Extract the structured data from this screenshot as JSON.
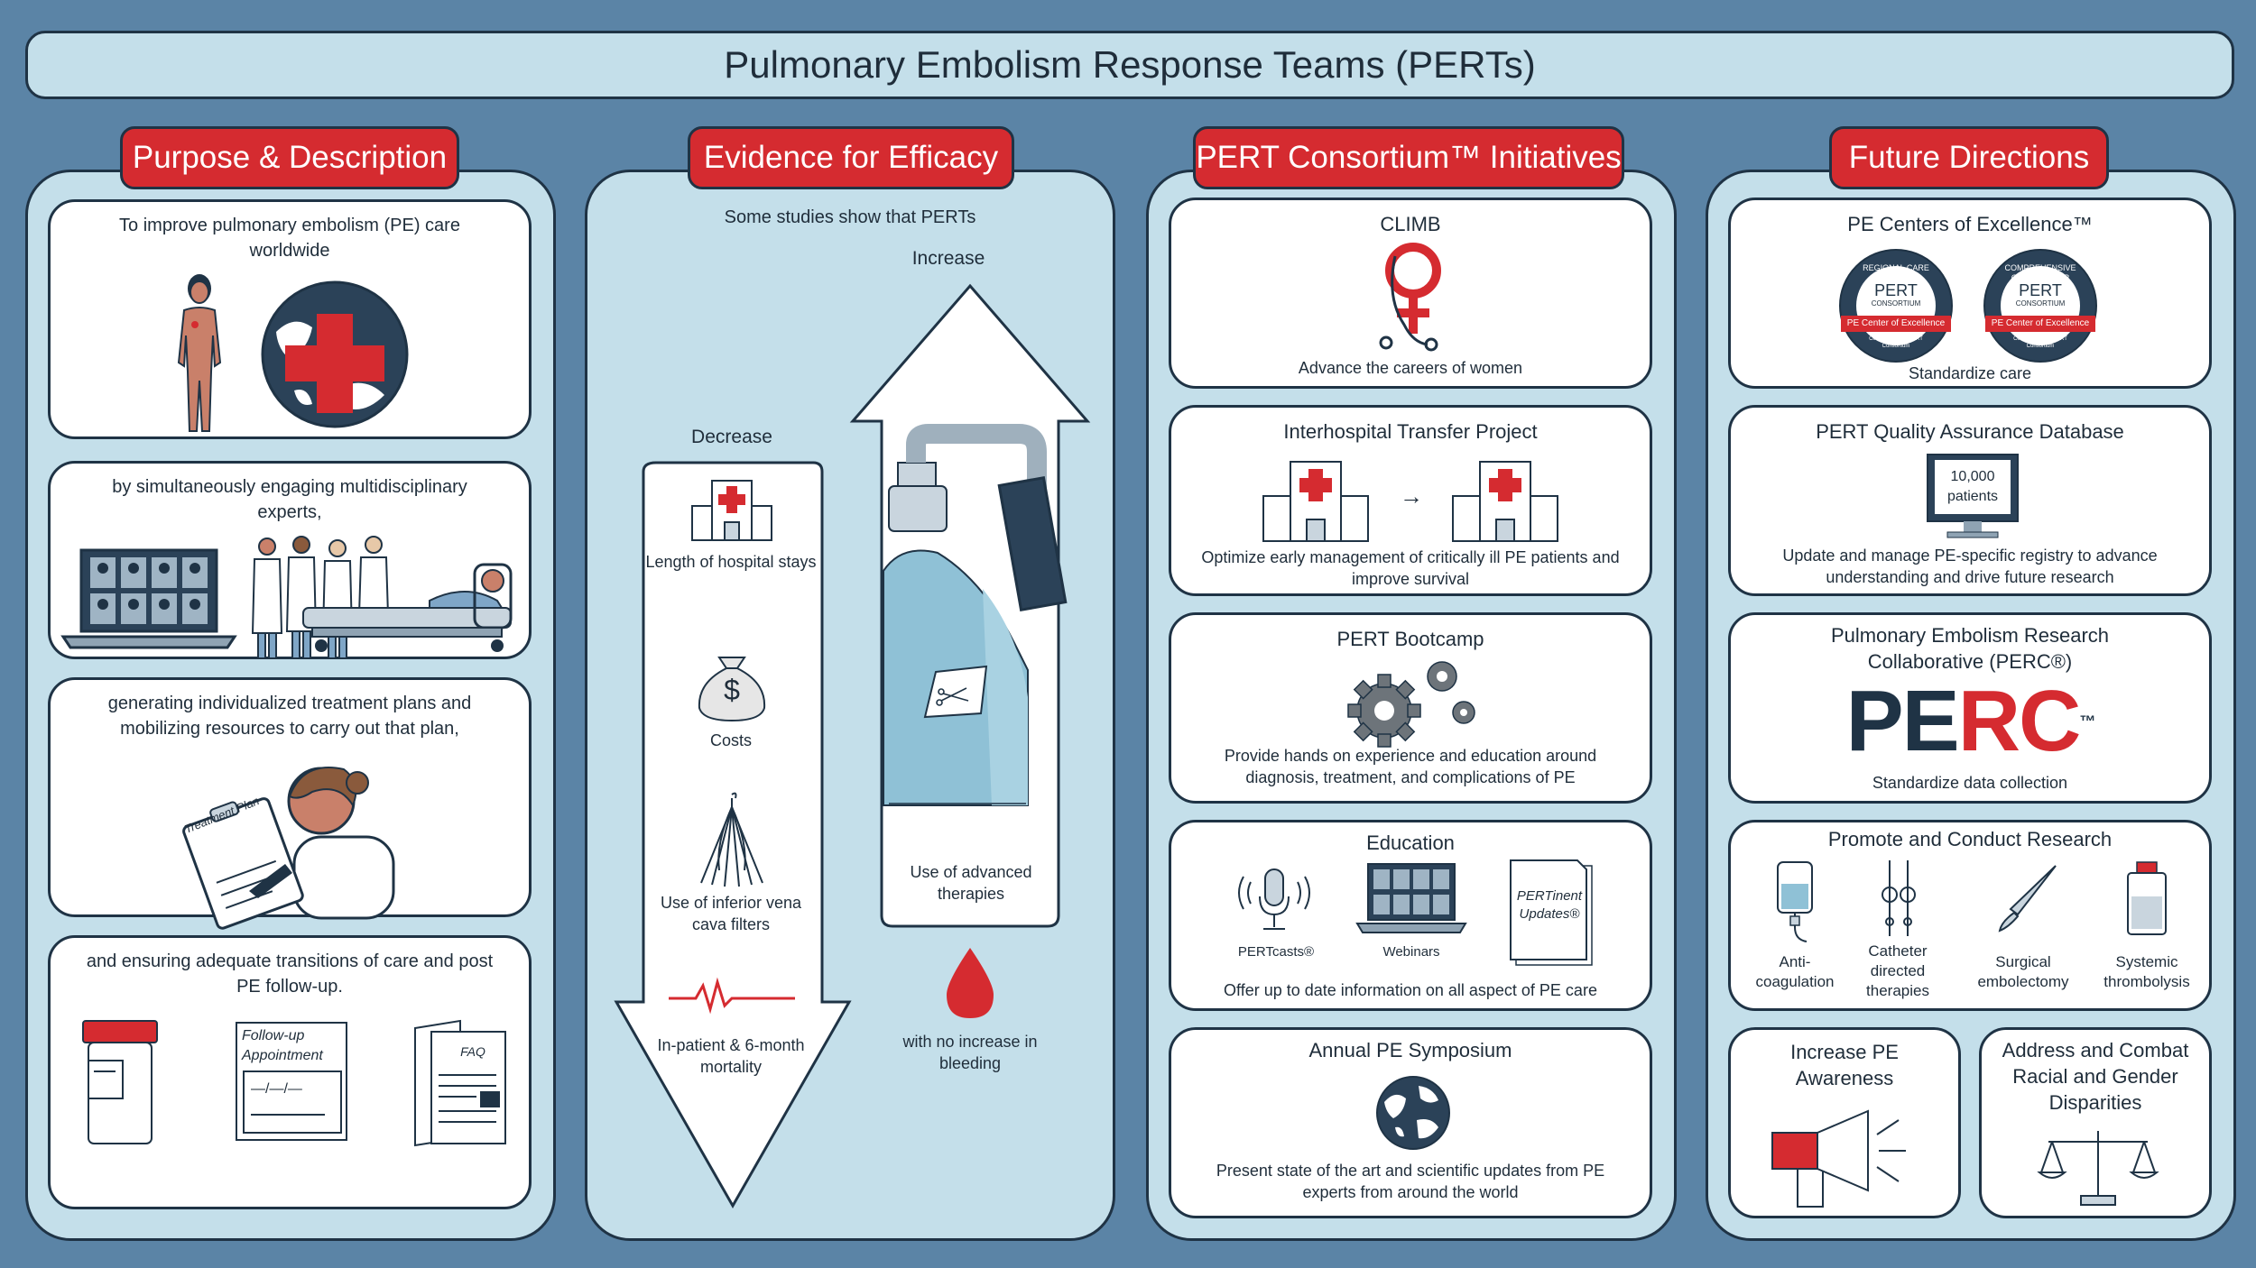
{
  "title": "Pulmonary Embolism Response Teams (PERTs)",
  "columns": {
    "purpose": {
      "header": "Purpose & Description",
      "cards": [
        "To improve pulmonary embolism (PE) care worldwide",
        "by simultaneously engaging multidisciplinary experts,",
        "generating individualized treatment plans and mobilizing resources to carry out that plan,",
        "and ensuring adequate transitions of care and post PE follow-up."
      ],
      "clipboard_label": "Treatment Plan",
      "followup_label": "Follow-up Appointment",
      "followup_date": "—/—/—",
      "faq_label": "FAQ"
    },
    "evidence": {
      "header": "Evidence for Efficacy",
      "intro": "Some studies show that PERTs",
      "increase_label": "Increase",
      "decrease_label": "Decrease",
      "decrease_items": [
        "Length of hospital stays",
        "Costs",
        "Use of inferior vena cava filters",
        "In-patient & 6-month mortality"
      ],
      "increase_item": "Use of advanced therapies",
      "bleeding": "with no increase in bleeding",
      "cost_symbol": "$"
    },
    "consortium": {
      "header": "PERT Consortium™ Initiatives",
      "cards": [
        {
          "title": "CLIMB",
          "text": "Advance the careers of women"
        },
        {
          "title": "Interhospital Transfer Project",
          "text": "Optimize early management of critically ill PE patients and improve survival"
        },
        {
          "title": "PERT Bootcamp",
          "text": "Provide hands on experience and education around diagnosis, treatment, and complications of PE"
        },
        {
          "title": "Education",
          "text": "Offer up to date information on all aspect of PE care"
        },
        {
          "title": "Annual PE Symposium",
          "text": "Present state of the art and scientific updates from PE experts from around the world"
        }
      ],
      "education_items": [
        "PERTcasts®",
        "Webinars"
      ],
      "pertinent_updates": "PERTinent Updates®",
      "arrow": "→"
    },
    "future": {
      "header": "Future Directions",
      "cards": [
        {
          "title": "PE Centers of Excellence™",
          "text": "Standardize care"
        },
        {
          "title": "PERT Quality Assurance Database",
          "text": "Update and manage PE-specific registry to advance understanding and drive future research"
        },
        {
          "title": "Pulmonary Embolism Research Collaborative (PERC®)",
          "text": "Standardize data collection"
        },
        {
          "title": "Promote and Conduct Research",
          "text": ""
        }
      ],
      "badges": [
        {
          "ring": "REGIONAL CARE CENTER",
          "brand": "PERT",
          "sub": "CONSORTIUM",
          "ribbon": "PE Center of Excellence",
          "fine": "Certified by The PERT Consortium"
        },
        {
          "ring": "COMPREHENSIVE CARE CENTER",
          "brand": "PERT",
          "sub": "CONSORTIUM",
          "ribbon": "PE Center of Excellence",
          "fine": "Certified by The PERT Consortium"
        }
      ],
      "patients_value": "10,000",
      "patients_unit": "patients",
      "perc_logo": {
        "pe": "PE",
        "rc": "RC",
        "tm": "™"
      },
      "research_items": [
        "Anti-coagulation",
        "Catheter directed therapies",
        "Surgical embolectomy",
        "Systemic thrombolysis"
      ],
      "awareness": "Increase PE Awareness",
      "disparities": "Address and Combat Racial and Gender Disparities"
    }
  },
  "colors": {
    "background": "#5b84a6",
    "panel": "#c4dfea",
    "header_red": "#d52b30",
    "outline": "#1f3345"
  }
}
